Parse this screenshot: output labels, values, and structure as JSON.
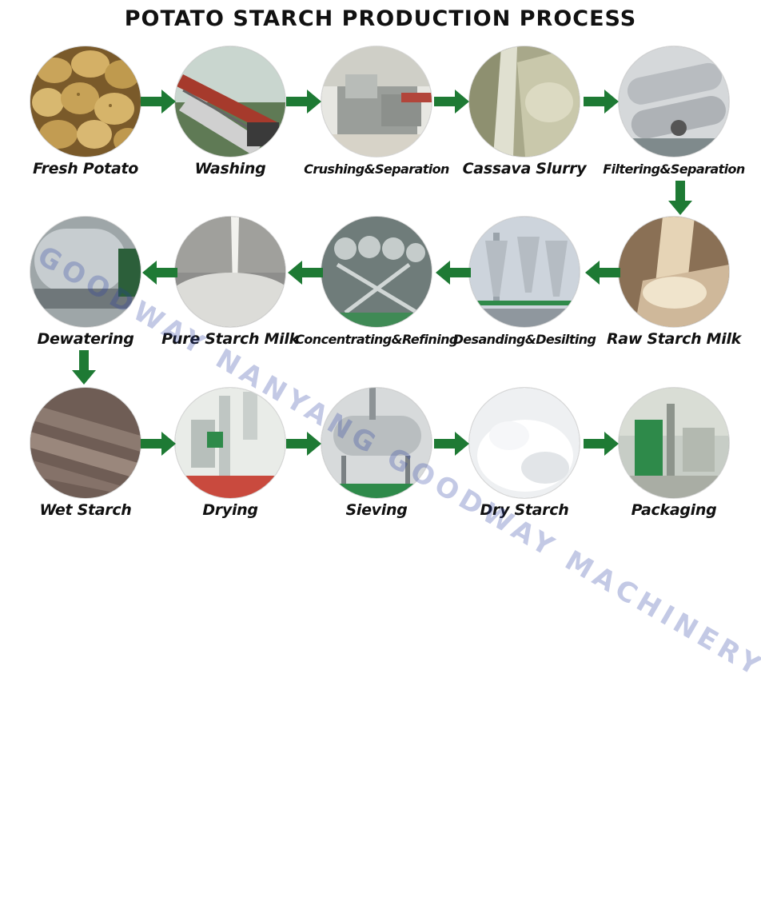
{
  "title": "POTATO STARCH PRODUCTION PROCESS",
  "colors": {
    "arrow": "#1e7a34",
    "text": "#111111"
  },
  "steps": [
    {
      "label": "Fresh Potato",
      "image": "potatoes"
    },
    {
      "label": "Washing",
      "image": "washing-machine"
    },
    {
      "label": "Crushing&Separation",
      "image": "crusher"
    },
    {
      "label": "Cassava Slurry",
      "image": "slurry"
    },
    {
      "label": "Filtering&Separation",
      "image": "filter-drums"
    },
    {
      "label": "Raw Starch Milk",
      "image": "starch-milk-pour"
    },
    {
      "label": "Desanding&Desilting",
      "image": "hydrocyclones"
    },
    {
      "label": "Concentrating&Refining",
      "image": "cyclone-station"
    },
    {
      "label": "Pure Starch Milk",
      "image": "pure-starch-milk"
    },
    {
      "label": "Dewatering",
      "image": "vacuum-filter"
    },
    {
      "label": "Wet Starch",
      "image": "wet-starch"
    },
    {
      "label": "Drying",
      "image": "flash-dryer"
    },
    {
      "label": "Sieving",
      "image": "sieve"
    },
    {
      "label": "Dry Starch",
      "image": "starch-powder"
    },
    {
      "label": "Packaging",
      "image": "packaging-machine"
    }
  ],
  "watermark": "GOODWAY NANYANG GOODWAY MACHINERY & EQUIPMENT CO.,LTD"
}
